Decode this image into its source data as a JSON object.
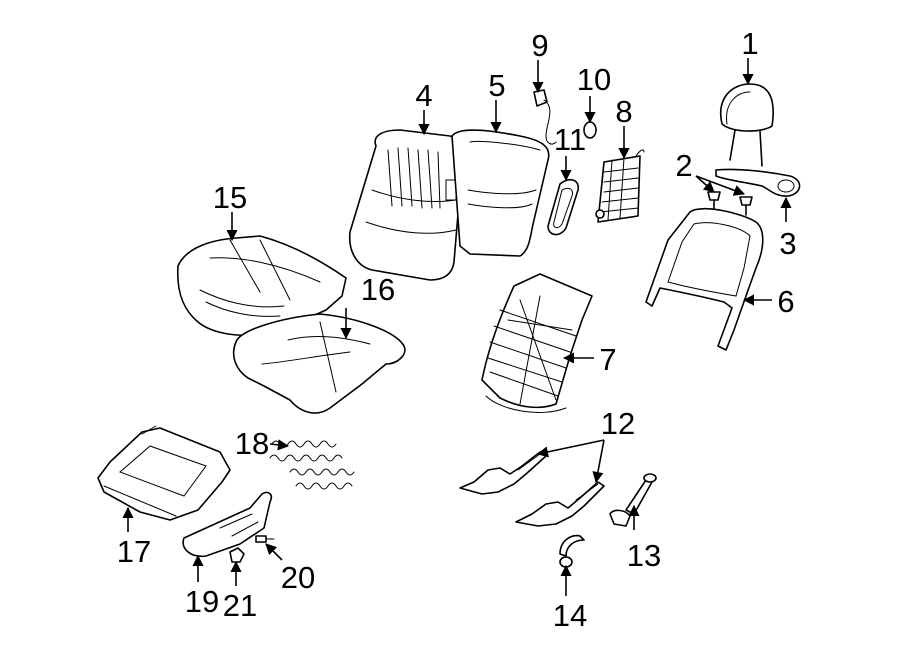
{
  "diagram": {
    "callouts": [
      "1",
      "2",
      "3",
      "4",
      "5",
      "6",
      "7",
      "8",
      "9",
      "10",
      "11",
      "12",
      "13",
      "14",
      "15",
      "16",
      "17",
      "18",
      "19",
      "20",
      "21"
    ],
    "colors": {
      "line": "#000000",
      "background": "#ffffff"
    }
  }
}
